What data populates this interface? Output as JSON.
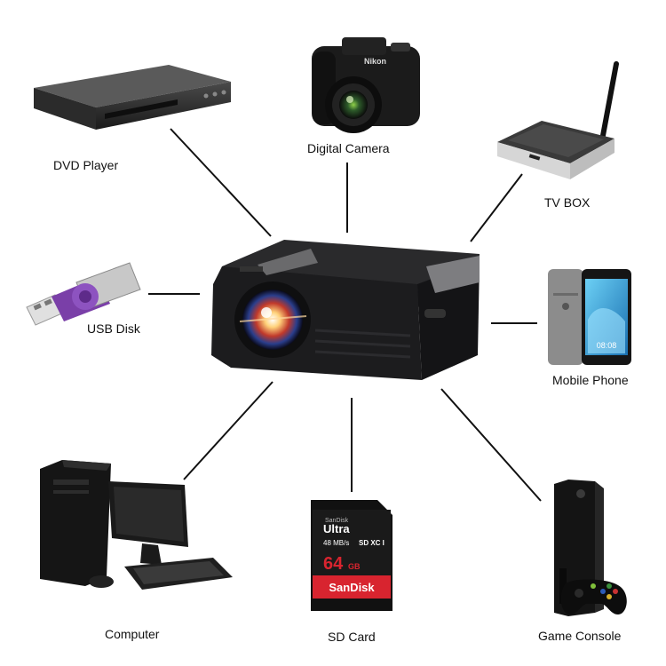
{
  "devices": {
    "dvd_player": "DVD Player",
    "digital_camera": "Digital Camera",
    "tv_box": "TV BOX",
    "usb_disk": "USB Disk",
    "mobile_phone": "Mobile Phone",
    "computer": "Computer",
    "sd_card": "SD Card",
    "game_console": "Game Console"
  },
  "brand_marks": {
    "camera": "Nikon",
    "phone_clock": "08:08",
    "sd_maker": "SanDisk",
    "sd_line": "Ultra",
    "sd_speed": "48 MB/s",
    "sd_class": "SD XC I",
    "sd_capacity": "64",
    "sd_unit": "GB",
    "sd_brand": "SanDisk"
  },
  "colors": {
    "projector_body": "#1c1c1e",
    "usb_purple": "#7a3fa8",
    "sd_red": "#d8242f",
    "phone_screen": "#2fa5d8",
    "router_silver": "#d6d6d6"
  }
}
